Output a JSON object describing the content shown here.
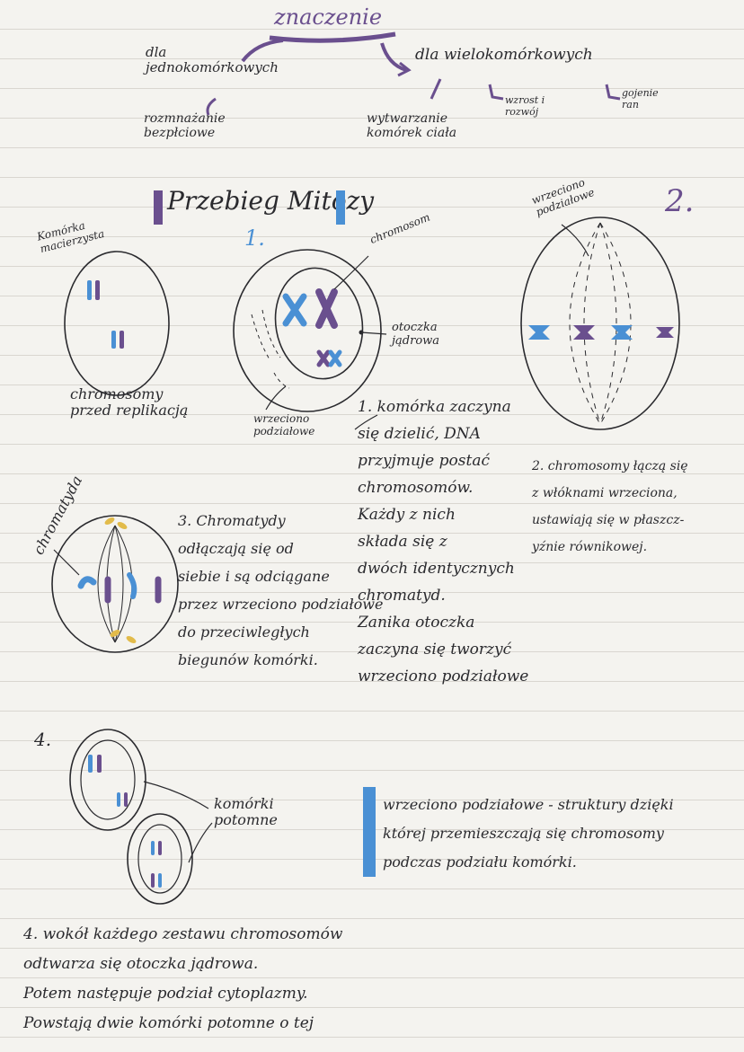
{
  "header": {
    "title": "znaczenie",
    "left_branch": "dla\njednokomórkowych",
    "right_branch": "dla wielokomórkowych",
    "left_item": "rozmnażanie\nbezpłciowe",
    "right_items": [
      "wytwarzanie\nkomórek ciała",
      "wzrost i\nrozwój",
      "gojenie\nran"
    ]
  },
  "section": {
    "title": "Przebieg Mitozy"
  },
  "stage_numbers": {
    "one": "1.",
    "two": "2.",
    "three": "3.",
    "four_top": "4."
  },
  "diagram_labels": {
    "mother_cell": "Komórka\nmacierzysta",
    "chromosomes_before": "chromosomy\nprzed replikacją",
    "chromosome": "chromosom",
    "nuclear_envelope": "otoczka\njądrowa",
    "spindle_small": "wrzeciono\npodziałowe",
    "spindle_top": "wrzeciono\npodziałowe",
    "chromatid": "chromatyda",
    "daughter_cells": "komórki\npotomne"
  },
  "notes": {
    "stage1": "1. komórka zaczyna\nsię dzielić, DNA\nprzyjmuje postać\nchromosomów.\nKażdy z nich\nskłada się z\ndwóch identycznych\nchromatyd.\nZanika otoczka\nzaczyna się tworzyć\nwrzeciono podziałowe",
    "stage2": "2. chromosomy łączą się\nz włóknami wrzeciona,\nustawiają się w płaszcz-\nyźnie równikowej.",
    "stage3": "3. Chromatydy\nodłączają się od\nsiebie i są odciągane\nprzez wrzeciono podziałowe\ndo przeciwległych\nbiegunów komórki.",
    "definition": "wrzeciono podziałowe - struktury dzięki\nktórej przemieszczają się chromosomy\npodczas podziału komórki.",
    "stage4": "4. wokół każdego zestawu chromosomów\nodtwarza się otoczka jądrowa.\nPotem następuje podział cytoplazmy.\nPowstają dwie komórki potomne o tej"
  },
  "colors": {
    "ink": "#2a2a2e",
    "purple": "#6a4f8e",
    "blue": "#4a90d4",
    "yellow": "#e2bb4a"
  }
}
